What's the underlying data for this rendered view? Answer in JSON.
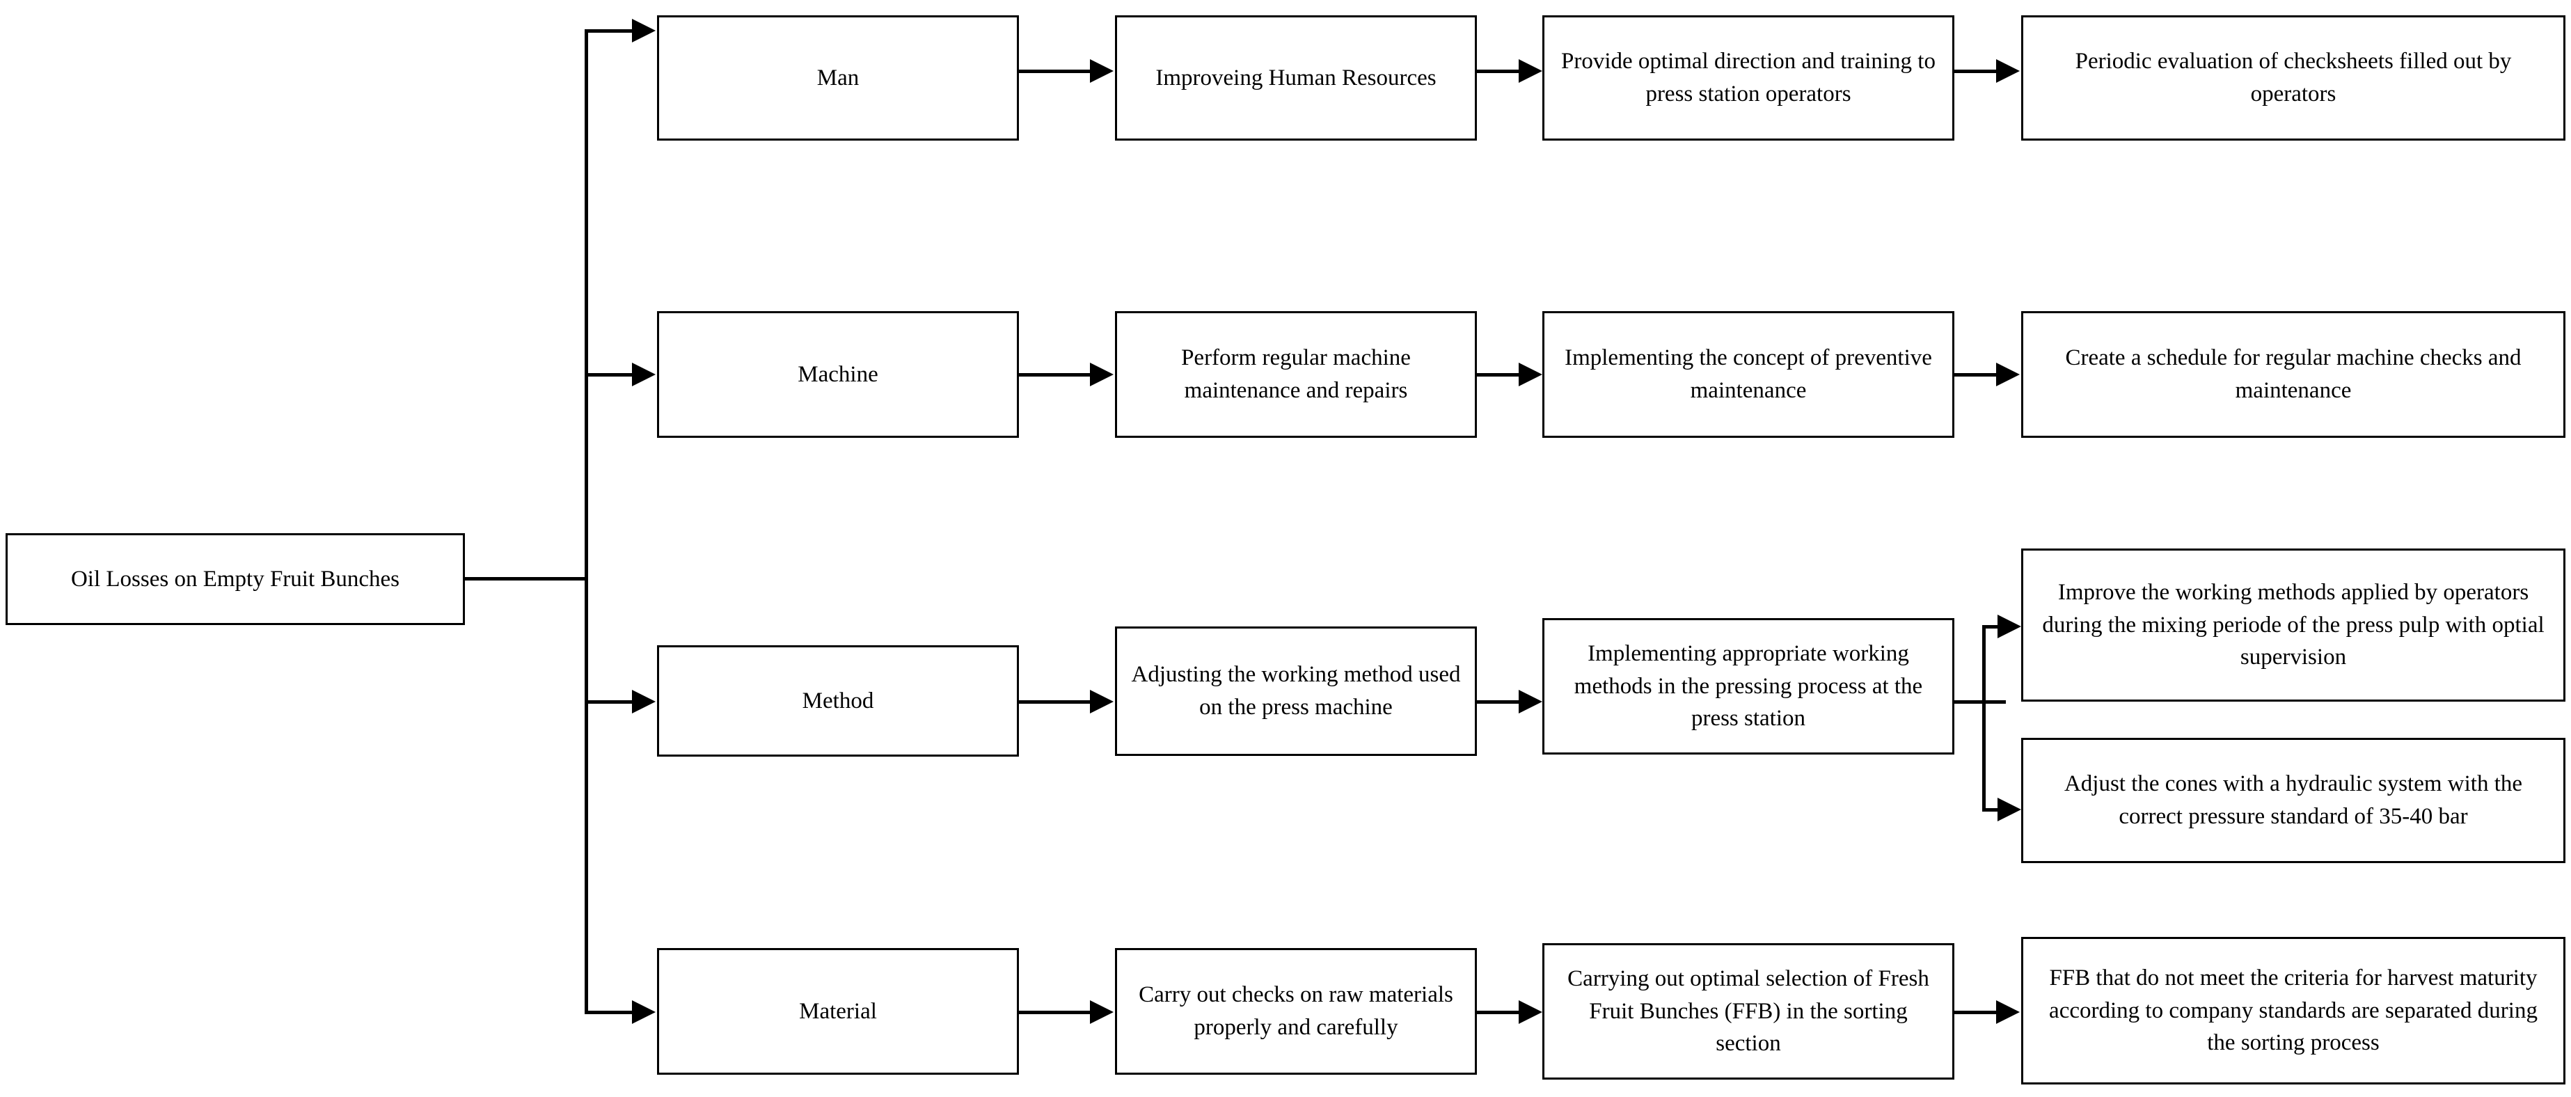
{
  "diagram": {
    "title": "Oil Losses on Empty Fruit Bunches",
    "type": "tree-action-plan",
    "root": {
      "label": "Oil Losses on Empty Fruit Bunches"
    },
    "branches": [
      {
        "category": "Man",
        "steps": [
          "Improveing Human Resources",
          "Provide optimal direction and training to press station operators",
          "Periodic evaluation of checksheets filled out by operators"
        ]
      },
      {
        "category": "Machine",
        "steps": [
          "Perform regular machine maintenance and repairs",
          "Implementing the concept of preventive maintenance",
          "Create a schedule for regular machine checks and maintenance"
        ]
      },
      {
        "category": "Method",
        "steps": [
          "Adjusting the working method used on the press machine",
          "Implementing appropriate working methods in the pressing process at the press station"
        ],
        "split_steps": [
          "Improve the working methods applied by operators during the mixing periode of the press pulp with optial supervision",
          "Adjust the cones with a hydraulic system with the correct pressure standard of 35-40 bar"
        ]
      },
      {
        "category": "Material",
        "steps": [
          "Carry out checks on raw materials properly and carefully",
          "Carrying out optimal selection of Fresh Fruit Bunches (FFB) in the sorting section",
          "FFB that do not meet the criteria for harvest maturity according to company standards are separated during the sorting process"
        ]
      }
    ],
    "colors": {
      "stroke": "#000000",
      "fill": "#ffffff",
      "text": "#000000"
    }
  }
}
